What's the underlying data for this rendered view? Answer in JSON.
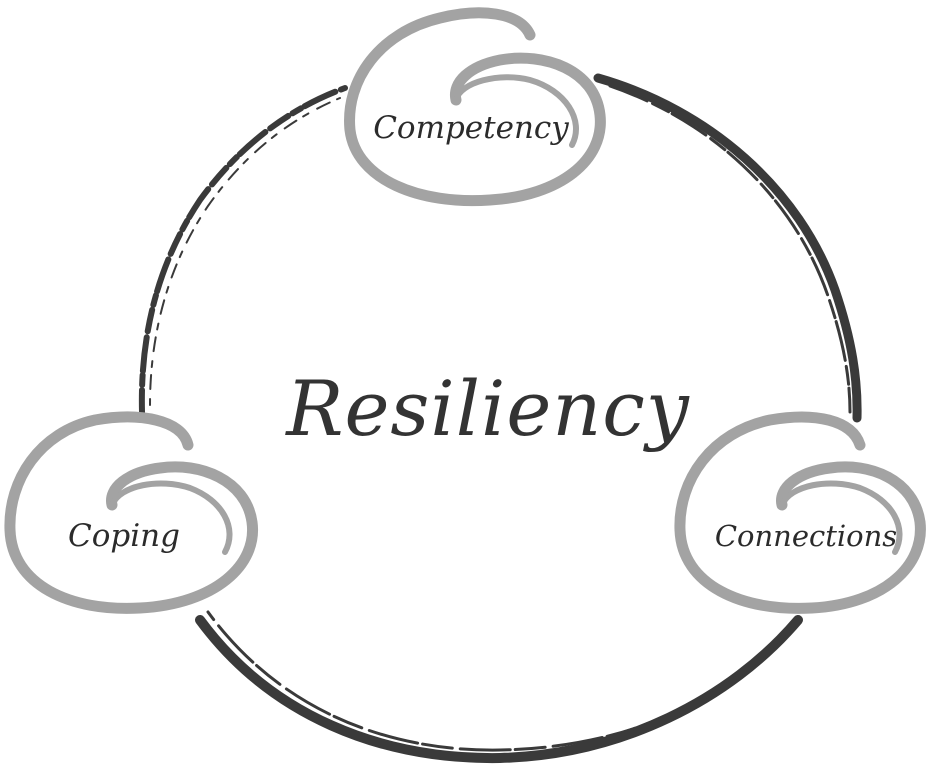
{
  "diagram": {
    "center_label": "Resiliency",
    "nodes": [
      {
        "label": "Competency"
      },
      {
        "label": "Coping"
      },
      {
        "label": "Connections"
      }
    ],
    "colors": {
      "ring": "#3a3a3a",
      "swirl": "#a3a3a3",
      "text": "#2b2b2b",
      "background": "#ffffff"
    }
  }
}
